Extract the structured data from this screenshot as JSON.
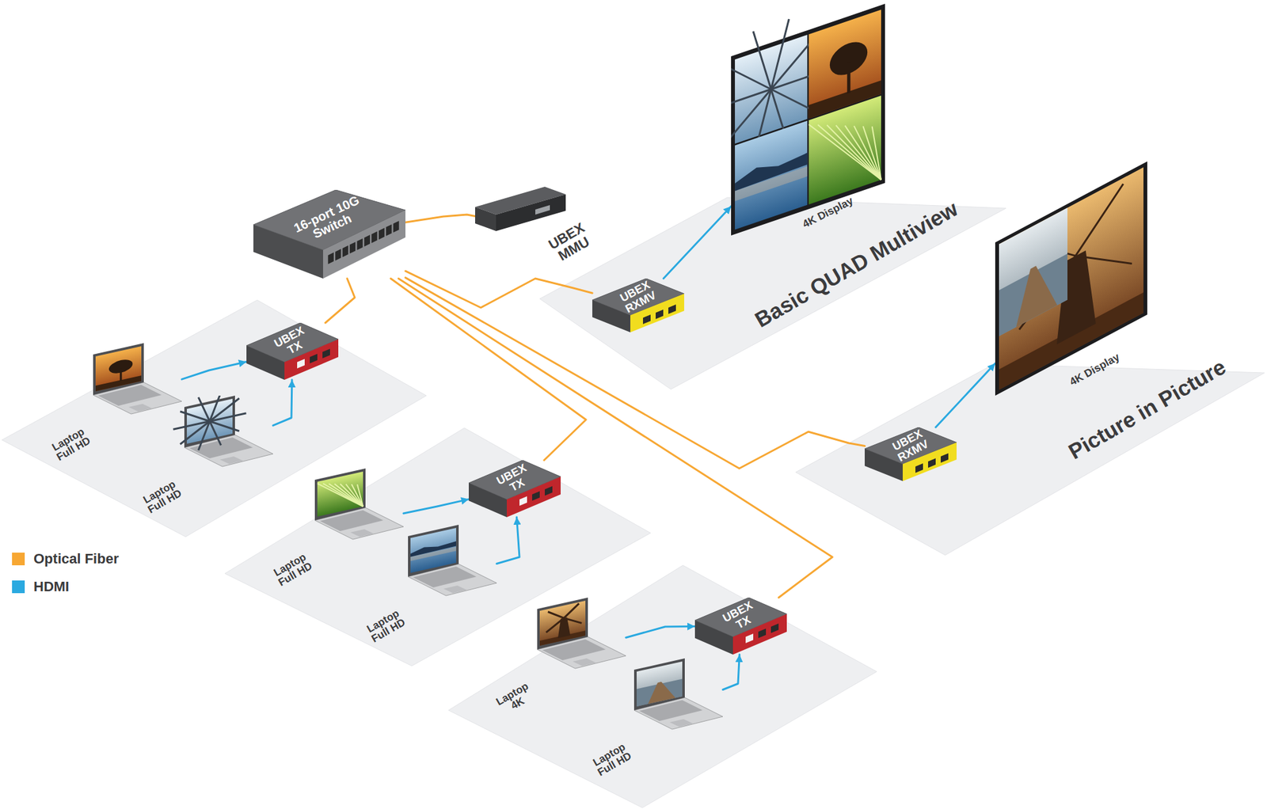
{
  "diagram": {
    "nodes": [
      {
        "text": [
          "16-port 10G Switch"
        ]
      },
      {
        "text": [
          "UBEX MMU"
        ]
      },
      {
        "text": [
          "Basic QUAD Multiview"
        ]
      },
      {
        "text": [
          "UBEX RXMV"
        ],
        "in": 2
      },
      {
        "text": [
          "4K Display"
        ],
        "in": 2
      },
      {
        "text": [
          "Picture in Picture"
        ]
      },
      {
        "text": [
          "UBEX RXMV"
        ],
        "in": 5
      },
      {
        "text": [
          "4K Display"
        ],
        "in": 5
      },
      {
        "text": [
          "UBEX TX"
        ]
      },
      {
        "text": [
          "Laptop Full HD"
        ]
      },
      {
        "text": [
          "Laptop Full HD"
        ]
      },
      {
        "text": [
          "UBEX TX"
        ]
      },
      {
        "text": [
          "Laptop Full HD"
        ]
      },
      {
        "text": [
          "Laptop Full HD"
        ]
      },
      {
        "text": [
          "UBEX TX"
        ]
      },
      {
        "text": [
          "Laptop 4K"
        ]
      },
      {
        "text": [
          "Laptop Full HD"
        ]
      }
    ],
    "edges": [
      {
        "from": 0,
        "to": 1,
        "arrow": "none"
      },
      {
        "from": 0,
        "to": 3,
        "arrow": "none"
      },
      {
        "from": 0,
        "to": 6,
        "arrow": "none"
      },
      {
        "from": 0,
        "to": 8,
        "arrow": "none"
      },
      {
        "from": 0,
        "to": 11,
        "arrow": "none"
      },
      {
        "from": 0,
        "to": 14,
        "arrow": "none"
      },
      {
        "from": 3,
        "to": 4,
        "arrow": "to"
      },
      {
        "from": 6,
        "to": 7,
        "arrow": "to"
      },
      {
        "from": 9,
        "to": 8,
        "arrow": "to"
      },
      {
        "from": 10,
        "to": 8,
        "arrow": "to"
      },
      {
        "from": 12,
        "to": 11,
        "arrow": "to"
      },
      {
        "from": 13,
        "to": 11,
        "arrow": "to"
      },
      {
        "from": 15,
        "to": 14,
        "arrow": "to"
      },
      {
        "from": 16,
        "to": 14,
        "arrow": "to"
      }
    ],
    "legend": [
      {
        "text": "Optical Fiber",
        "color": "#f7a733"
      },
      {
        "text": "HDMI",
        "color": "#2aa9e0"
      }
    ]
  }
}
